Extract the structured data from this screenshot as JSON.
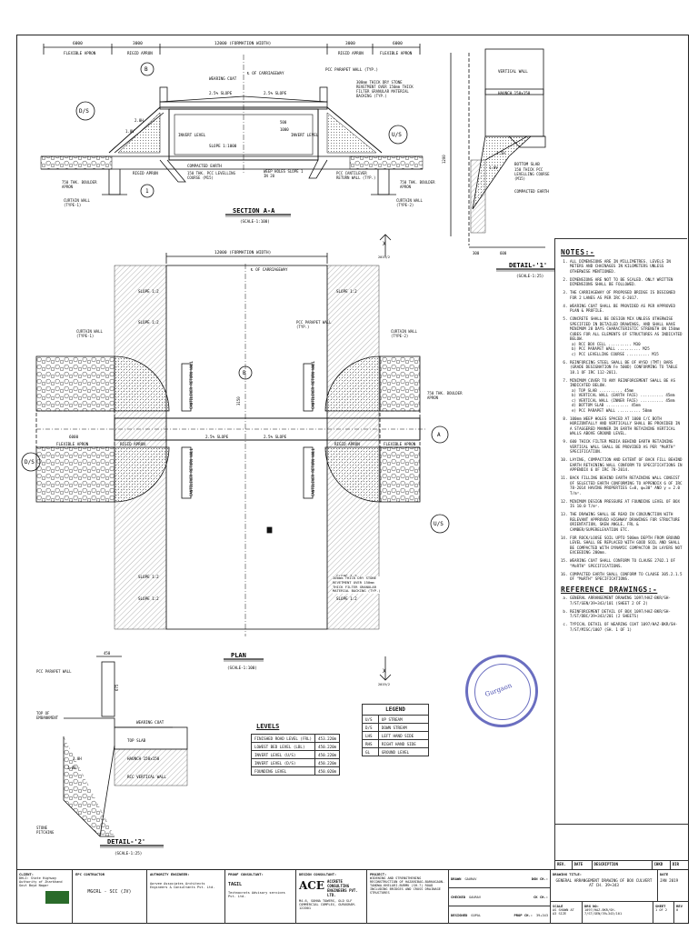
{
  "section_aa": {
    "title": "SECTION A-A",
    "scale": "(SCALE-1:100)",
    "dims_top": [
      "6000",
      "3000",
      "12000 (FORMATION WIDTH)",
      "3000",
      "6000"
    ],
    "apron_left": "FLEXIBLE APRON",
    "apron_left2": "RIGID APRON",
    "apron_right": "RIGID APRON",
    "apron_right2": "FLEXIBLE APRON",
    "wearing_coat": "WEARING COAT",
    "cl_carriageway": "℄ OF CARRIAGEWAY",
    "slope": "2.5% SLOPE",
    "slope2": "2.5% SLOPE",
    "pcc_parapet": "PCC PARAPET WALL (TYP.)",
    "stone_revetment": "300mm THICK DRY STONE REVETMENT OVER 150mm THICK FILTER GRANULAR MATERIAL BACKING (TYP.)",
    "invert_level": "INVERT LEVEL",
    "slope_1000": "SLOPE 1:1000",
    "compacted_earth": "COMPACTED EARTH",
    "pcc_levelling": "150 THK. PCC LEVELLING COURSE (M15)",
    "weep_holes": "WEEP HOLES SLOPE 1 IN 20",
    "rigid_apron": "RIGID APRON",
    "pcc_cantilever": "PCC CANTILEVER RETURN WALL (TYP.)",
    "boulder_left": "750 THK. BOULDER APRON",
    "boulder_right": "750 THK. BOULDER APRON",
    "curtain_left": "CURTAIN WALL (TYPE-1)",
    "curtain_right": "CURTAIN WALL (TYPE-2)",
    "ds": "D/S",
    "us": "U/S",
    "v1": "1.0V",
    "h2": "2.0H",
    "callout_b": "B",
    "callout_1": "1",
    "dim_1000": "1000",
    "dim_500": "500"
  },
  "detail1": {
    "title": "DETAIL-'1'",
    "scale": "(SCALE-1:25)",
    "vertical_wall": "VERTICAL WALL",
    "haunch": "HAUNCH 150x150",
    "bottom_slab": "BOTTOM SLAB",
    "pcc_levelling": "150 THICK PCC LEVELLING COURSE (M15)",
    "compacted_earth": "COMPACTED EARTH",
    "v": "1.0V",
    "h": "1.5H",
    "dim_1200": "1200",
    "dim_300": "300",
    "dim_600": "600"
  },
  "plan": {
    "title": "PLAN",
    "scale": "(SCALE-1:100)",
    "dim_top": "12000 (FORMATION WIDTH)",
    "cl_carriageway": "℄ OF CARRIAGEWAY",
    "slope_12": "SLOPE 1:2",
    "pcc_parapet": "PCC PARAPET WALL (TYP.)",
    "curtain_1": "CURTAIN WALL (TYPE-1)",
    "curtain_2": "CURTAIN WALL (TYPE-2)",
    "boulder": "750 THK. BOULDER APRON",
    "flexible_apron": "FLEXIBLE APRON",
    "rigid_apron": "RIGID APRON",
    "slope_25": "2.5% SLOPE",
    "stone_revetment": "300mm THICK DRY STONE REVETMENT OVER 150mm THICK FILTER GRANULAR MATERIAL BACKING (TYP.)",
    "return_wall": "CANTILEVER RETURN WALL",
    "dims": [
      "6000",
      "3000",
      "3000",
      "6000",
      "3150",
      "2500",
      "3150",
      "3150"
    ],
    "ds": "D/S",
    "us": "U/S",
    "callout_x": "X",
    "callout_x_ref": "2019/2",
    "callout_b": "B",
    "callout_a": "A"
  },
  "detail2": {
    "title": "DETAIL-'2'",
    "scale": "(SCALE-1:25)",
    "pcc_parapet": "PCC PARAPET WALL",
    "top_embankment": "TOP OF EMBANKMENT",
    "wearing_coat": "WEARING COAT",
    "top_slab": "TOP SLAB",
    "haunch": "HAUNCH 150x150",
    "rcc_vertical": "RCC VERTICAL WALL",
    "stone_pitching": "STONE PITCHING",
    "v": "1.0V",
    "h": "2.0H",
    "dim_450": "450",
    "dim_675": "675"
  },
  "levels": {
    "title": "LEVELS",
    "rows": [
      [
        "FINISHED ROAD LEVEL (FRL)",
        "453.220m"
      ],
      [
        "LOWEST BED LEVEL (LBL)",
        "450.220m"
      ],
      [
        "INVERT LEVEL (U/S)",
        "450.220m"
      ],
      [
        "INVERT LEVEL (D/S)",
        "450.220m"
      ],
      [
        "FOUNDING LEVEL",
        "450.020m"
      ]
    ]
  },
  "legend": {
    "title": "LEGEND",
    "rows": [
      [
        "U/S",
        "UP STREAM"
      ],
      [
        "D/S",
        "DOWN STREAM"
      ],
      [
        "LHS",
        "LEFT HAND SIDE"
      ],
      [
        "RHS",
        "RIGHT HAND SIDE"
      ],
      [
        "GL",
        "GROUND LEVEL"
      ]
    ]
  },
  "notes": {
    "title": "NOTES:-",
    "items": [
      "ALL DIMENSIONS ARE IN MILLIMETRES. LEVELS IN METERS AND CHAINAGES IN KILOMETERS UNLESS OTHERWISE MENTIONED.",
      "DIMENSIONS ARE NOT TO BE SCALED. ONLY WRITTEN DIMENSIONS SHALL BE FOLLOWED.",
      "THE CARRIAGEWAY OF PROPOSED BRIDGE IS DESIGNED FOR 2 LANES AS PER IRC 6-2017.",
      "WEARING COAT SHALL BE PROVIDED AS PER APPROVED PLAN & PROFILE.",
      "CONCRETE SHALL BE DESIGN MIX UNLESS OTHERWISE SPECIFIED IN DETAILED DRAWINGS, AND SHALL HAVE MINIMUM 28 DAYS CHARACTERISTIC STRENGTH ON 150mm CUBES FOR ALL ELEMENTS OF STRUCTURES AS INDICATED BELOW.",
      "REINFORCING STEEL SHALL BE OF HYSD (TMT) BARS (GRADE DESIGNATION Fe 500D) CONFORMING TO TABLE 18.1 OF IRC 112-2011.",
      "MINIMUM COVER TO ANY REINFORCEMENT SHALL BE AS INDICATED BELOW.",
      "100mm WEEP HOLES SPACED AT 1000 C/C BOTH HORIZONTALLY AND VERTICALLY SHALL BE PROVIDED IN A STAGGERED MANNER IN EARTH RETAINING VERTICAL WALLS ABOVE GROUND LEVEL.",
      "600 THICK FILTER MEDIA BEHIND EARTH RETAINING VERTICAL WALL SHALL BE PROVIDED AS PER \"MoRTH\" SPECIFICATION.",
      "LAYING, COMPACTION AND EXTENT OF BACK FILL BEHIND EARTH RETAINING WALL CONFORM TO SPECIFICATIONS IN APPENDIX 6 OF IRC 78-2014.",
      "BACK FILLING BEHIND EARTH RETAINING WALL CONSIST OF SELECTED EARTH CONFORMING TO APPENDIX 6 OF IRC 78-2014 HAVING PROPERTIES C=0, φ=30° AND γ = 2.0 T/m³.",
      "MINIMUM DESIGN PRESSURE AT FOUNDING LEVEL OF BOX IS 10.0 T/m².",
      "THE DRAWING SHALL BE READ IN CONJUNCTION WITH RELEVANT APPROVED HIGHWAY DRAWINGS FOR STRUCTURE ORIENTATION, SKEW ANGLE, FRL & CAMBER/SUPERELEVATION ETC.",
      "FOR ROCK/LOOSE SOIL UPTO 500mm DEPTH FROM GROUND LEVEL SHALL BE REPLACED WITH GOOD SOIL AND SHALL BE COMPACTED WITH DYNAMIC COMPACTOR IN LAYERS NOT EXCEEDING 200mm.",
      "WEARING COAT SHALL CONFORM TO CLAUSE 2702.1 OF \"MoRTH\" SPECIFICATIONS.",
      "COMPACTED EARTH SHALL CONFORM TO CLAUSE 305.2.1.5 OF \"MoRTH\" SPECIFICATIONS."
    ],
    "concrete": [
      [
        "a) RCC BOX CELL",
        "M30"
      ],
      [
        "b) PCC PARAPET WALL",
        "M25"
      ],
      [
        "c) PCC LEVELLING COURSE",
        "M15"
      ]
    ],
    "cover": [
      [
        "a) TOP SLAB",
        "45mm"
      ],
      [
        "b) VERTICAL WALL (EARTH FACE)",
        "45mm"
      ],
      [
        "c) VERTICAL WALL (INNER FACE)",
        "45mm"
      ],
      [
        "d) BOTTOM SLAB",
        "45mm"
      ],
      [
        "e) PCC PARAPET WALL",
        "50mm"
      ]
    ],
    "ref_title": "REFERENCE DRAWINGS:-",
    "refs": [
      "GENERAL ARRANGEMENT DRAWING 1097/HAZ-BKR/SH-7/ST/GEN/39+343/101 (SHEET 2 OF 2)",
      "REINFORCEMENT DETAIL OF BOX 1097/HAZ-BKR/SH-7/ST/DBC/39+343/201 (2 SHEETS)",
      "TYPICAL DETAIL OF WEARING COAT 1097/HAZ-BKR/SH-7/ST/MISC/1007 (SH. 1 OF 1)"
    ]
  },
  "revision": {
    "cols": [
      "REV.",
      "DATE",
      "DESCRIPTION",
      "CHKD",
      "DIR"
    ]
  },
  "stamp": "Gurgaon",
  "title_block": {
    "client_label": "CLIENT:",
    "client": "DHLI: State Highway Authority of Jharkhand Govt Boyd Nagar",
    "epc_label": "EPC CONTRACTOR",
    "epc": "MGCRL - SCC (JV)",
    "authority_label": "AUTHORITY ENGINEER:",
    "authority": "Aarvee Associates Architects Engineers & Consultants Pvt. Ltd.",
    "proof_label": "PROOF CONSULTANT:",
    "proof": "TAGIL",
    "proof_sub": "Technocrats Advisory services Pvt. Ltd.",
    "design_label": "DESIGN CONSULTANT:",
    "design_logo": "ACE",
    "design": "ACCRETE CONSULTING ENGINEERS PVT. LTD.",
    "design_addr": "M4.6, SOHNA TOWERS, OLD SLF COMMERCIAL COMPLEX, GURUGRAM-122001",
    "project_label": "PROJECT:",
    "project": "WIDENING AND STRENGTHENING RECONSTRUCTION OF HAZARIBAG-BARKAGAON-TANDWA-KHELARI-BURMU (SH-7) ROAD INCLUDING BRIDGES AND CROSS DRAINAGE STRUCTURES",
    "drawn": "DRAWN",
    "checked": "CHECKED",
    "designed": "DESIGNED",
    "drawn_by": "GAURAV",
    "checked_by": "GAURAV",
    "designed_by": "GOPAL",
    "dgn_label": "DGN CH.:",
    "ck_label": "CK CH.:",
    "prop_label": "PROP CH.:",
    "prop_ch": "39+343",
    "drawing_title_label": "DRAWING TITLE:",
    "drawing_title": "GENERAL ARRANGEMENT DRAWING OF BOX CULVERT AT CH. 39+343",
    "date_label": "DATE",
    "date": "JAN 2019",
    "scale_label": "SCALE",
    "scale": "AS SHOWN AT A3 SIZE",
    "dwg_no_label": "DRG NO:",
    "dwg_no": "1097/HAZ-BKR/SH-7/ST/GEN/39+343/101",
    "sheet_label": "SHEET",
    "sheet": "1 OF 2",
    "rev_label": "REV",
    "rev": "0"
  }
}
